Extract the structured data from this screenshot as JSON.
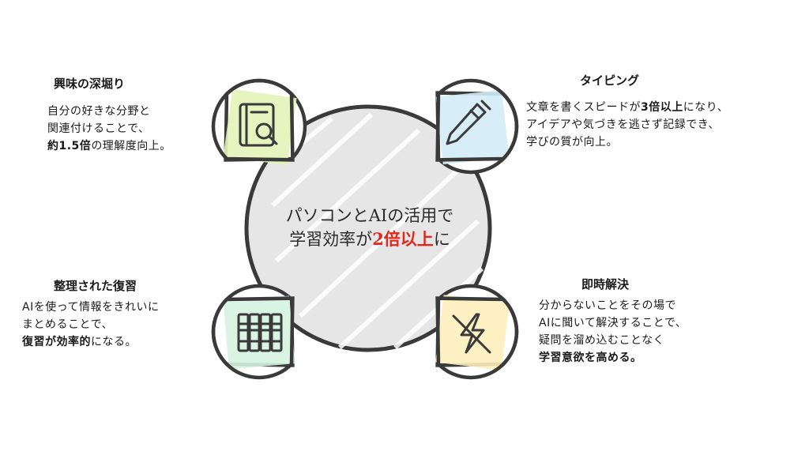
{
  "center": {
    "line1": "パソコンとAIの活用で",
    "line2_prefix": "学習効率が",
    "line2_highlight": "2倍以上",
    "line2_suffix": "に"
  },
  "items": [
    {
      "id": "deep-dive",
      "title": "興味の深堀り",
      "icon": "book-search-icon",
      "color": "#e3f4b8",
      "lines": [
        [
          {
            "t": "自分の好きな分野と",
            "b": false
          }
        ],
        [
          {
            "t": "関連付けることで、",
            "b": false
          }
        ],
        [
          {
            "t": "約1.5倍",
            "b": true
          },
          {
            "t": "の理解度向上。",
            "b": false
          }
        ]
      ]
    },
    {
      "id": "typing",
      "title": "タイピング",
      "icon": "pen-icon",
      "color": "#d3ecf8",
      "lines": [
        [
          {
            "t": "文章を書くスピードが",
            "b": false
          },
          {
            "t": "3倍以上",
            "b": true
          },
          {
            "t": "になり、",
            "b": false
          }
        ],
        [
          {
            "t": "アイデアや気づきを逃さず記録でき、",
            "b": false
          }
        ],
        [
          {
            "t": "学びの質が向上。",
            "b": false
          }
        ]
      ]
    },
    {
      "id": "review",
      "title": "整理された復習",
      "icon": "file-binders-icon",
      "color": "#d6f3e0",
      "lines": [
        [
          {
            "t": "AIを使って情報をきれいに",
            "b": false
          }
        ],
        [
          {
            "t": "まとめることで、",
            "b": false
          }
        ],
        [
          {
            "t": "復習が効率的",
            "b": true
          },
          {
            "t": "になる。",
            "b": false
          }
        ]
      ]
    },
    {
      "id": "instant",
      "title": "即時解決",
      "icon": "lightning-off-icon",
      "color": "#fdf0bc",
      "lines": [
        [
          {
            "t": "分からないことをその場で",
            "b": false
          }
        ],
        [
          {
            "t": "AIに聞いて解決することで、",
            "b": false
          }
        ],
        [
          {
            "t": "疑問を溜め込むことなく",
            "b": false
          }
        ],
        [
          {
            "t": "学習意欲を高める。",
            "b": true
          }
        ]
      ]
    }
  ]
}
